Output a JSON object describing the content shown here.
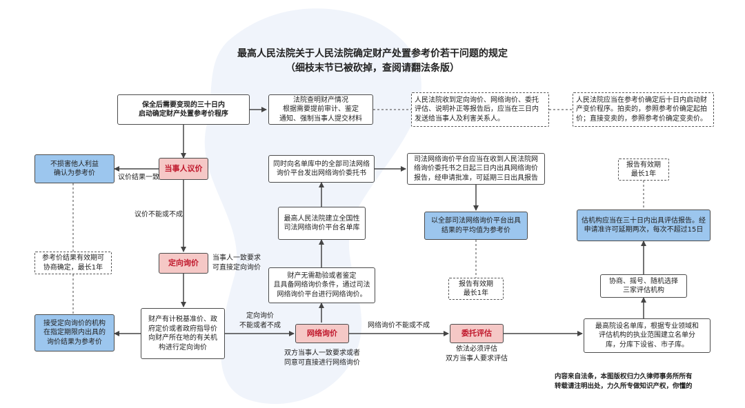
{
  "title": {
    "line1": "最高人民法院关于人民法院确定财产处置参考价若干问题的规定",
    "line2": "（细枝末节已被砍掉，查阅请翻法条版）"
  },
  "boxes": {
    "start": "保全后需要变现的三十日内\n启动确定财产处置参考价程序",
    "court_check": "法院查明财产情况\n根据需要提前审计、鉴定\n通知、强制当事人提交材料",
    "notify": "人民法院收到定向询价、网络询价、委托\n评估、说明补正等报告后，应当在三日内\n发送给当事人及利害关系人。",
    "change_proc": "人民法院应当在参考价确定后十日内启动财\n产变价程序。拍卖的，参照参考价确定起拍\n价；直接变卖的，参照参考价确定变卖价。",
    "party_negotiate": "当事人议价",
    "confirm_ref": "不损害他人利益\n确认为参考价",
    "directed_inquiry": "定向询价",
    "validity_note_left": "参考价结果有效期可\n协商确定，最长1年",
    "accept_directed": "接受定向询价的机构\n在指定期限内出具的\n询价结果为参考价",
    "tax_price": "财产有计税基准价、政\n府定价或者政府指导价\n向财产所在地的有关机\n构进行定向询价",
    "online_inquiry": "网络询价",
    "no_inspect": "财产无需勘验或者鉴定\n且具备网络询价条件，通过司法\n网络询价平台进行网络询价。",
    "supreme_list": "最高人民法院建立全国性\n司法网络询价平台名单库",
    "send_letter": "同时向名单库中的全部司法网络\n询价平台发出网络询价委托书",
    "platform_report": "司法网络询价平台应当在收到人民法院网\n络询价委托书之日起三日内出具网络询价\n报告，经申请批准，可延期三日出具报告",
    "avg_ref": "以全部司法网络询价平台出具\n结果的平均值为参考价",
    "validity_mid": "报告有效期\n最长1年",
    "entrust_eval": "委托评估",
    "supreme_list2": "最高院设名单库，根据专业领域和\n评估机构的执业范围建立名单分\n库，分库下设省、市子库。",
    "select_three": "协商、摇号、随机选择\n三家评估机构",
    "eval_report": "估机构应当在三十日内出具评估报告。经\n申请准许可延期两次，每次不超过15日",
    "validity_right": "报告有效期\n最长1年"
  },
  "labels": {
    "agree": "议价结果一致",
    "cannot_agree": "议价不能或不成",
    "party_request": "当事人一致要求\n可直接定向询价",
    "directed_fail": "定向询价\n不能或者不成",
    "online_fail": "网络询价不能或不成",
    "party_online": "双方当事人一致要求或者\n同意可直接进行网络询价",
    "must_eval": "依法必须评估\n双方当事人要求评估"
  },
  "footer": "内容来自法条，本图版权归力久律师事务所所有\n转载请注明出处，力久所专做知识产权，你懂的"
}
